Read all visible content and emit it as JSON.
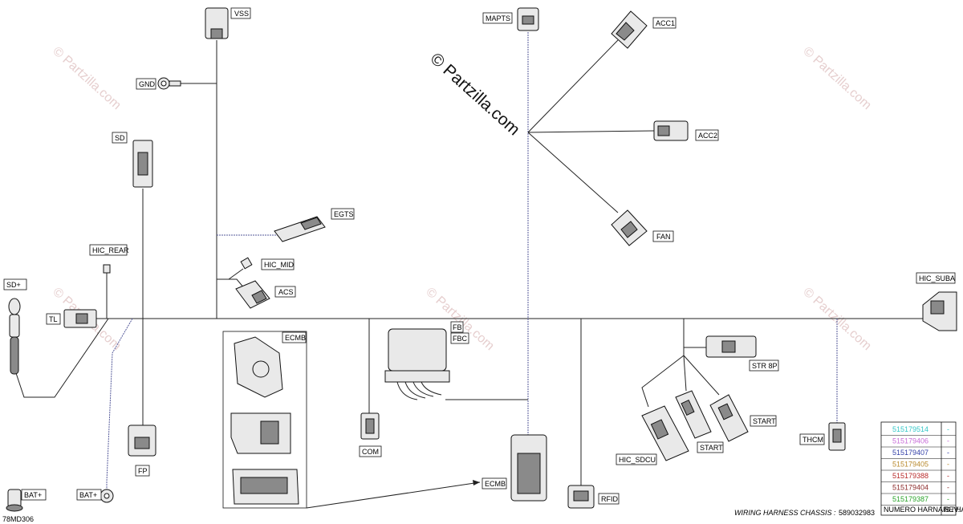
{
  "diagram": {
    "watermark_main": "© Partzilla.com",
    "watermark_faint": "© Partzilla.com",
    "drawing_id": "78MD306",
    "connectors": {
      "vss": "VSS",
      "gnd": "GND",
      "sd": "SD",
      "egts": "EGTS",
      "hic_rear": "HIC_REAR",
      "hic_mid": "HIC_MID",
      "acs": "ACS",
      "sd_plus": "SD+",
      "tl": "TL",
      "mapts": "MAPTS",
      "acc1": "ACC1",
      "acc2": "ACC2",
      "fan": "FAN",
      "hic_suba": "HIC_SUBA",
      "ecmb_box": "ECMB",
      "fb": "FB",
      "fbc": "FBC",
      "com": "COM",
      "fp": "FP",
      "bat_plus_1": "BAT+",
      "bat_plus_2": "BAT+",
      "ecmb": "ECMB",
      "rfid": "RFID",
      "str_8p": "STR 8P",
      "start_1": "START",
      "start_2": "START",
      "hic_sdcu": "HIC_SDCU",
      "thcm": "THCM"
    },
    "part_table": {
      "rows": [
        {
          "number": "515179514",
          "color": "#35c7c7",
          "dash": "-"
        },
        {
          "number": "515179406",
          "color": "#c76bd8",
          "dash": "-"
        },
        {
          "number": "515179407",
          "color": "#3340a8",
          "dash": "-"
        },
        {
          "number": "515179405",
          "color": "#b98a2e",
          "dash": "-"
        },
        {
          "number": "515179388",
          "color": "#b82a2a",
          "dash": "-"
        },
        {
          "number": "515179404",
          "color": "#8b2a2a",
          "dash": "-"
        },
        {
          "number": "515179387",
          "color": "#2aa32a",
          "dash": "-"
        }
      ],
      "footer_left": "NUMERO HARNAIS / HARNESS NUMBER",
      "footer_right": "REV."
    },
    "caption_label": "WIRING HARNESS CHASSIS :",
    "caption_number": "589032983"
  }
}
